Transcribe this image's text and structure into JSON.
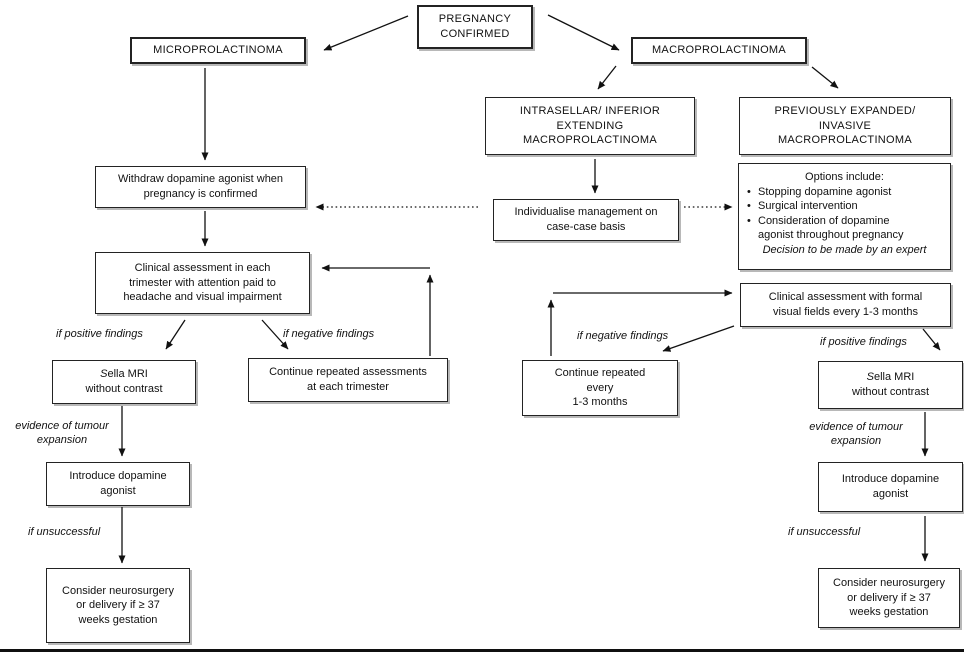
{
  "colors": {
    "line": "#111111",
    "box_border": "#232323",
    "background": "#ffffff"
  },
  "nodes": {
    "pregnancy": {
      "text": "PREGNANCY\nCONFIRMED"
    },
    "micro": {
      "text": "MICROPROLACTINOMA"
    },
    "macro": {
      "text": "MACROPROLACTINOMA"
    },
    "intrasellar": {
      "text": "INTRASELLAR/ INFERIOR\nEXTENDING\nMACROPROLACTINOMA"
    },
    "previously": {
      "text": "PREVIOUSLY EXPANDED/\nINVASIVE\nMACROPROLACTINOMA"
    },
    "withdraw": {
      "text": "Withdraw dopamine agonist when\npregnancy is confirmed"
    },
    "individualise": {
      "text": "Individualise management on\ncase-case basis"
    },
    "options": {
      "title": "Options include:",
      "bullet_char": "•",
      "bullets": [
        "Stopping dopamine agonist",
        "Surgical intervention",
        "Consideration of dopamine\nagonist throughout pregnancy"
      ],
      "note": "Decision to be made by an expert"
    },
    "clinical_left": {
      "text": "Clinical assessment in each\ntrimester with attention paid to\nheadache and visual impairment"
    },
    "clinical_right": {
      "text": "Clinical assessment with formal\nvisual fields every 1-3 months"
    },
    "continue_left": {
      "text": "Continue repeated assessments\nat each trimester"
    },
    "continue_right": {
      "text": "Continue repeated\nevery\n1-3 months"
    },
    "sella_left": {
      "text": "Sella MRI\nwithout contrast"
    },
    "sella_right": {
      "text": "Sella MRI\nwithout contrast"
    },
    "introduce_left": {
      "text": "Introduce dopamine\nagonist"
    },
    "introduce_right": {
      "text": "Introduce dopamine\nagonist"
    },
    "consider_left": {
      "text": "Consider neurosurgery\nor delivery if ≥ 37\nweeks gestation"
    },
    "consider_right": {
      "text": "Consider neurosurgery\nor delivery if ≥ 37\nweeks gestation"
    }
  },
  "labels": {
    "if_positive_left": "if positive findings",
    "if_negative_left": "if negative findings",
    "evidence_left": "evidence of tumour\nexpansion",
    "if_unsuccessful_left": "if unsuccessful",
    "if_negative_right": "if negative findings",
    "if_positive_right": "if positive findings",
    "evidence_right": "evidence of tumour\nexpansion",
    "if_unsuccessful_right": "if unsuccessful"
  }
}
